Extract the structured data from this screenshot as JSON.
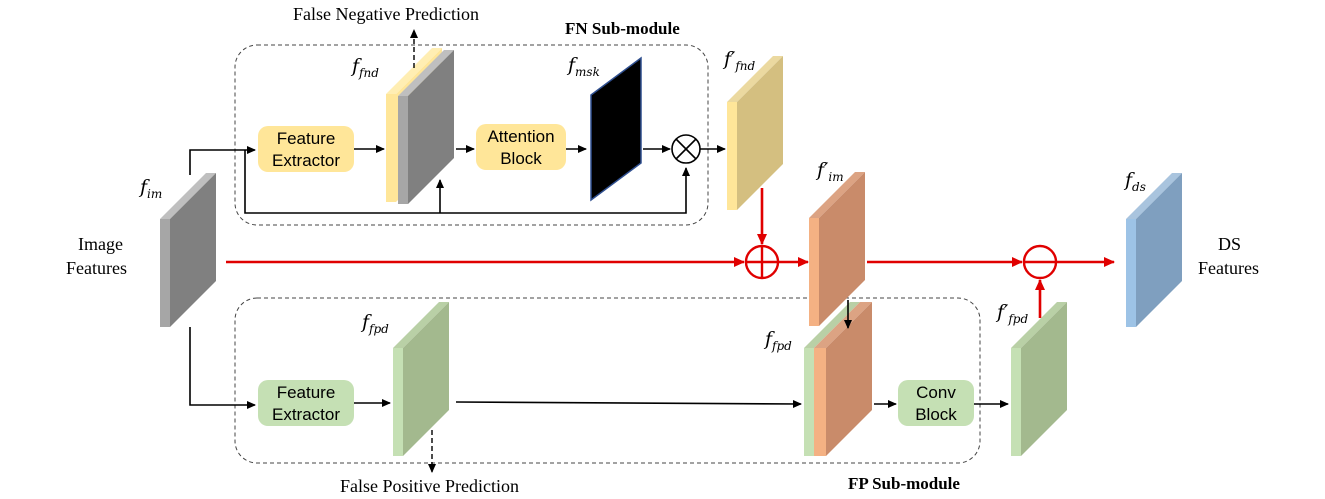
{
  "labels": {
    "false_negative_prediction": "False Negative  Prediction",
    "false_positive_prediction": "False Positive Prediction",
    "fn_submodule": "FN Sub-module",
    "fp_submodule": "FP Sub-module",
    "image_features_line1": "Image",
    "image_features_line2": "Features",
    "ds_features_line1": "DS",
    "ds_features_line2": "Features"
  },
  "blocks": {
    "fn_feature_extractor_line1": "Feature",
    "fn_feature_extractor_line2": "Extractor",
    "attention_line1": "Attention",
    "attention_line2": "Block",
    "fp_feature_extractor_line1": "Feature",
    "fp_feature_extractor_line2": "Extractor",
    "conv_line1": "Conv",
    "conv_line2": "Block"
  },
  "symbols": {
    "f": "f",
    "f_prime": "f′",
    "sub_im": "im",
    "sub_fnd": "fnd",
    "sub_msk": "msk",
    "sub_fpd": "fpd",
    "sub_ds": "ds"
  },
  "colors": {
    "yellow_box": "#ffe699",
    "green_box": "#c5e0b4",
    "red_arrow": "#e00000",
    "gray_tensor": "#7f7f7f",
    "yellow_tensor": "#d6c07e",
    "orange_tensor": "#c98b6a",
    "green_tensor": "#a3b98e",
    "blue_tensor": "#7f9fbf"
  }
}
